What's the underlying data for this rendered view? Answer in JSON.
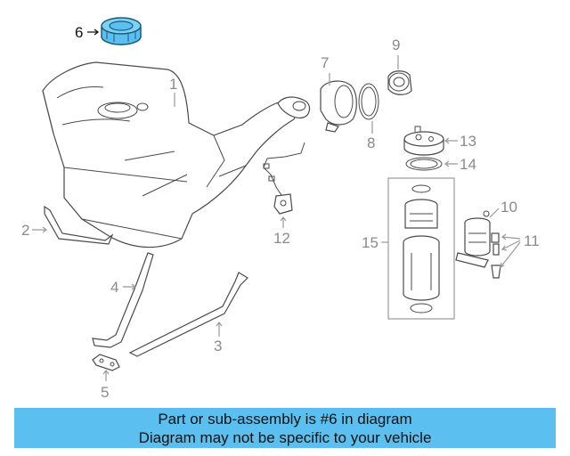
{
  "callouts": {
    "c1": "1",
    "c2": "2",
    "c3": "3",
    "c4": "4",
    "c5": "5",
    "c6": "6",
    "c7": "7",
    "c8": "8",
    "c9": "9",
    "c10": "10",
    "c11": "11",
    "c12": "12",
    "c13": "13",
    "c14": "14",
    "c15": "15"
  },
  "highlight_color": "#5bc0ef",
  "caption": {
    "line1": "Part or sub-assembly is #6 in diagram",
    "line2": "Diagram may not be specific to your vehicle"
  }
}
